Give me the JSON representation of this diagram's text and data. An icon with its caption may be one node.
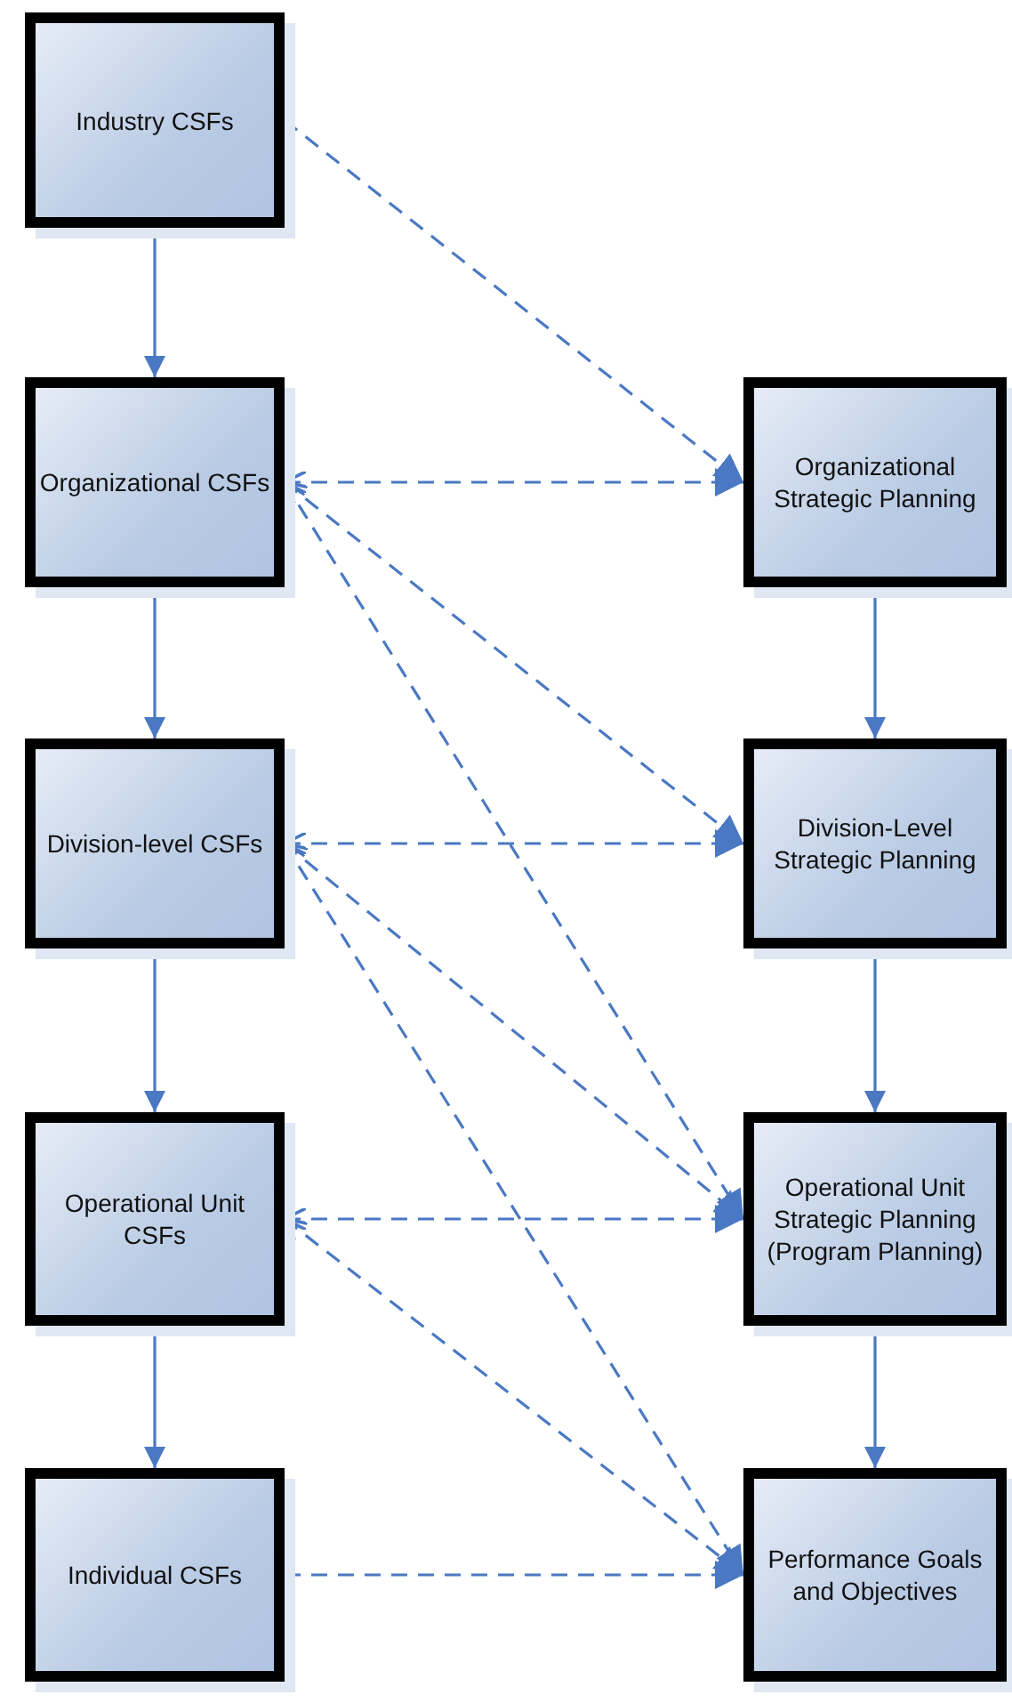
{
  "diagram": {
    "nodes": [
      {
        "text": [
          "Industry CSFs"
        ]
      },
      {
        "text": [
          "Organizational CSFs"
        ]
      },
      {
        "text": [
          "Division-level CSFs"
        ]
      },
      {
        "text": [
          "Operational Unit CSFs"
        ]
      },
      {
        "text": [
          "Individual CSFs"
        ]
      },
      {
        "text": [
          "Organizational Strategic Planning"
        ]
      },
      {
        "text": [
          "Division-Level Strategic Planning"
        ]
      },
      {
        "text": [
          "Operational Unit Strategic Planning (Program Planning)"
        ]
      },
      {
        "text": [
          "Performance Goals and Objectives"
        ]
      }
    ],
    "edges": [
      {
        "from": 0,
        "to": 1,
        "arrow": "to"
      },
      {
        "from": 1,
        "to": 2,
        "arrow": "to"
      },
      {
        "from": 2,
        "to": 3,
        "arrow": "to"
      },
      {
        "from": 3,
        "to": 4,
        "arrow": "to"
      },
      {
        "from": 5,
        "to": 6,
        "arrow": "to"
      },
      {
        "from": 6,
        "to": 7,
        "arrow": "to"
      },
      {
        "from": 7,
        "to": 8,
        "arrow": "to"
      },
      {
        "from": 0,
        "to": 5,
        "arrow": "to",
        "style": "dashed"
      },
      {
        "from": 1,
        "to": 5,
        "arrow": "both",
        "style": "dashed"
      },
      {
        "from": 1,
        "to": 6,
        "arrow": "both",
        "style": "dashed"
      },
      {
        "from": 1,
        "to": 7,
        "arrow": "both",
        "style": "dashed"
      },
      {
        "from": 2,
        "to": 6,
        "arrow": "both",
        "style": "dashed"
      },
      {
        "from": 2,
        "to": 7,
        "arrow": "both",
        "style": "dashed"
      },
      {
        "from": 2,
        "to": 8,
        "arrow": "both",
        "style": "dashed"
      },
      {
        "from": 3,
        "to": 7,
        "arrow": "both",
        "style": "dashed"
      },
      {
        "from": 3,
        "to": 8,
        "arrow": "both",
        "style": "dashed"
      },
      {
        "from": 4,
        "to": 8,
        "arrow": "to",
        "style": "dashed"
      }
    ]
  }
}
